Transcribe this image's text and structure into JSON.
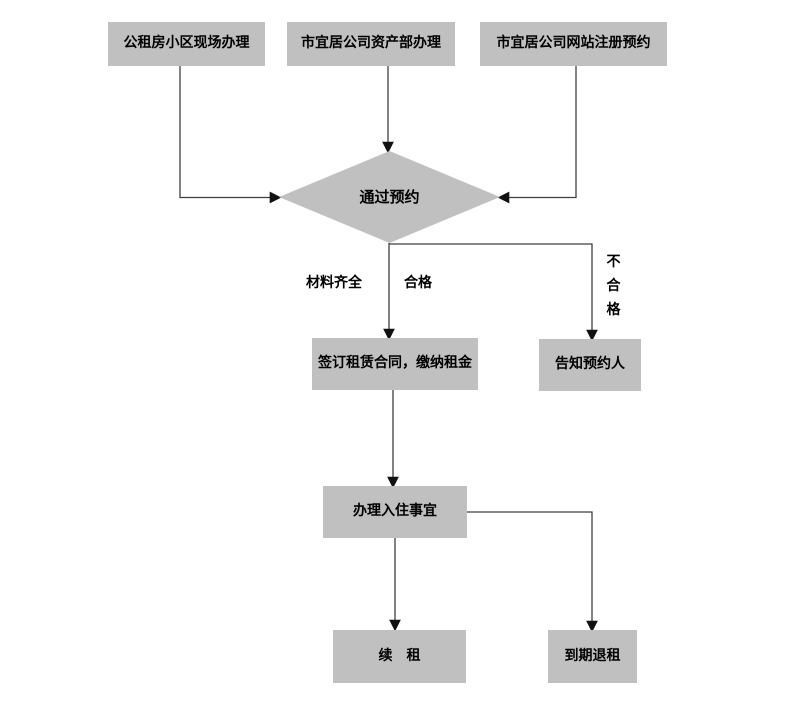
{
  "colors": {
    "node_fill": "#c0c0c0",
    "line_color": "#3f3f3f",
    "arrow_color": "#111111",
    "text_color": "#000000",
    "page_bg": "#ffffff"
  },
  "nodes": {
    "site_office": {
      "label": "公租房小区现场办理"
    },
    "asset_dept": {
      "label": "市宜居公司资产部办理"
    },
    "website_reg": {
      "label": "市宜居公司网站注册预约"
    },
    "decision": {
      "label": "通过预约"
    },
    "sign_contract": {
      "label": "签订租赁合同，缴纳租金"
    },
    "notify": {
      "label": "告知预约人"
    },
    "check_in": {
      "label": "办理入住事宜"
    },
    "renew": {
      "label": "续　租"
    },
    "terminate": {
      "label": "到期退租"
    }
  },
  "edge_labels": {
    "materials": "材料齐全",
    "qualified": "合格",
    "unqualified": "不合格"
  }
}
